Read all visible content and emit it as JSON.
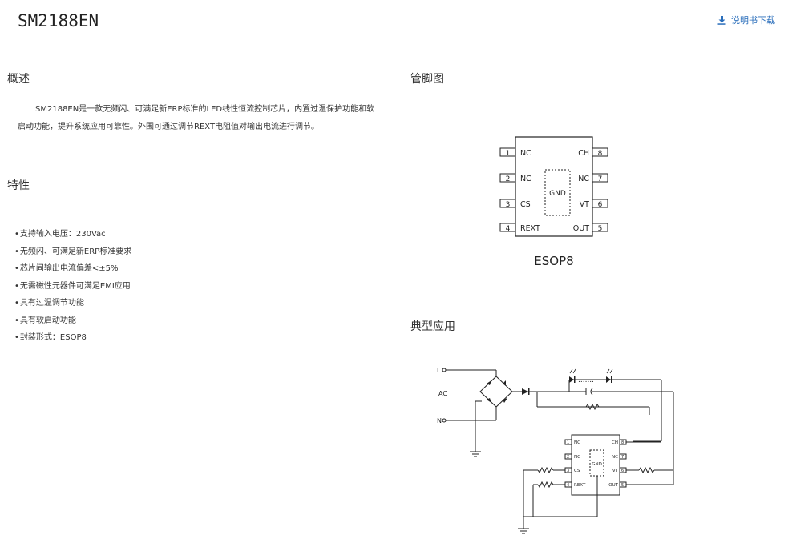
{
  "header": {
    "title": "SM2188EN",
    "download_label": "说明书下载"
  },
  "overview": {
    "heading": "概述",
    "text": "SM2188EN是一款无频闪、可满足新ERP标准的LED线性恒流控制芯片，内置过温保护功能和软启动功能，提升系统应用可靠性。外围可通过调节REXT电阻值对输出电流进行调节。"
  },
  "features": {
    "heading": "特性",
    "items": [
      "支持输入电压：230Vac",
      "无频闪、可满足新ERP标准要求",
      "芯片间输出电流偏差<±5%",
      "无需磁性元器件可满足EMI应用",
      "具有过温调节功能",
      "具有软启动功能",
      "封装形式：ESOP8"
    ]
  },
  "pinout": {
    "heading": "管脚图",
    "package_label": "ESOP8",
    "center_label": "GND",
    "left_pins": [
      {
        "num": "1",
        "name": "NC"
      },
      {
        "num": "2",
        "name": "NC"
      },
      {
        "num": "3",
        "name": "CS"
      },
      {
        "num": "4",
        "name": "REXT"
      }
    ],
    "right_pins": [
      {
        "num": "8",
        "name": "CH"
      },
      {
        "num": "7",
        "name": "NC"
      },
      {
        "num": "6",
        "name": "VT"
      },
      {
        "num": "5",
        "name": "OUT"
      }
    ]
  },
  "application": {
    "heading": "典型应用",
    "label_L": "L",
    "label_AC": "AC",
    "label_N": "N",
    "chip_gnd": "GND",
    "chip_left": [
      "NC",
      "NC",
      "CS",
      "REXT"
    ],
    "chip_left_nums": [
      "1",
      "2",
      "3",
      "4"
    ],
    "chip_right": [
      "CH",
      "NC",
      "VT",
      "OUT"
    ],
    "chip_right_nums": [
      "8",
      "7",
      "6",
      "5"
    ],
    "led_dots": "......."
  },
  "colors": {
    "link": "#2a6ebb",
    "text": "#333333"
  }
}
